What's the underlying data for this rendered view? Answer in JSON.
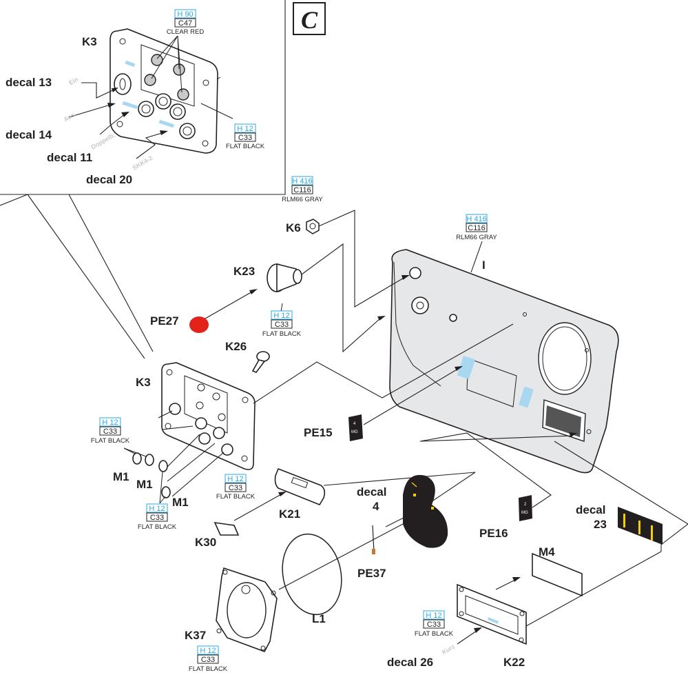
{
  "section_badge": "C",
  "inset_labels": {
    "k3": "K3",
    "decal13": "decal 13",
    "decal14": "decal 14",
    "decal11": "decal 11",
    "decal20": "decal 20"
  },
  "labels": {
    "k6": "K6",
    "i": "I",
    "k23": "K23",
    "pe27": "PE27",
    "k26": "K26",
    "k3": "K3",
    "pe15": "PE15",
    "m1_a": "M1",
    "m1_b": "M1",
    "m1_c": "M1",
    "decal4_line1": "decal",
    "decal4_line2": "4",
    "k21": "K21",
    "k30": "K30",
    "pe16": "PE16",
    "decal23_line1": "decal",
    "decal23_line2": "23",
    "pe37": "PE37",
    "m4": "M4",
    "l1": "L1",
    "k37": "K37",
    "decal26": "decal 26",
    "k22": "K22"
  },
  "paint_callouts": [
    {
      "id": "inset-clear-red",
      "h": "H 90",
      "c": "C47",
      "name": "CLEAR RED"
    },
    {
      "id": "inset-flat-black",
      "h": "H 12",
      "c": "C33",
      "name": "FLAT BLACK"
    },
    {
      "id": "k6-gray",
      "h": "H 416",
      "c": "C116",
      "name": "RLM66 GRAY"
    },
    {
      "id": "i-gray",
      "h": "H 416",
      "c": "C116",
      "name": "RLM66 GRAY"
    },
    {
      "id": "k23-black",
      "h": "H 12",
      "c": "C33",
      "name": "FLAT BLACK"
    },
    {
      "id": "m1-black-a",
      "h": "H 12",
      "c": "C33",
      "name": "FLAT BLACK"
    },
    {
      "id": "m1-black-b",
      "h": "H 12",
      "c": "C33",
      "name": "FLAT BLACK"
    },
    {
      "id": "k21-black",
      "h": "H 12",
      "c": "C33",
      "name": "FLAT BLACK"
    },
    {
      "id": "k22-black",
      "h": "H 12",
      "c": "C33",
      "name": "FLAT BLACK"
    },
    {
      "id": "k37-black",
      "h": "H 12",
      "c": "C33",
      "name": "FLAT BLACK"
    }
  ],
  "decal_marks": {
    "pe15_top": "4",
    "pe15_bottom": "MG",
    "pe16_top": "2",
    "pe16_bottom": "MG"
  },
  "colors": {
    "ink": "#231f20",
    "paint_code_blue": "#29a9e0",
    "panel_gray": "#e6e7e8",
    "decal_blue": "#a8d8f0",
    "decal_red": "#e2231a",
    "decal_yellow": "#f5d000"
  }
}
